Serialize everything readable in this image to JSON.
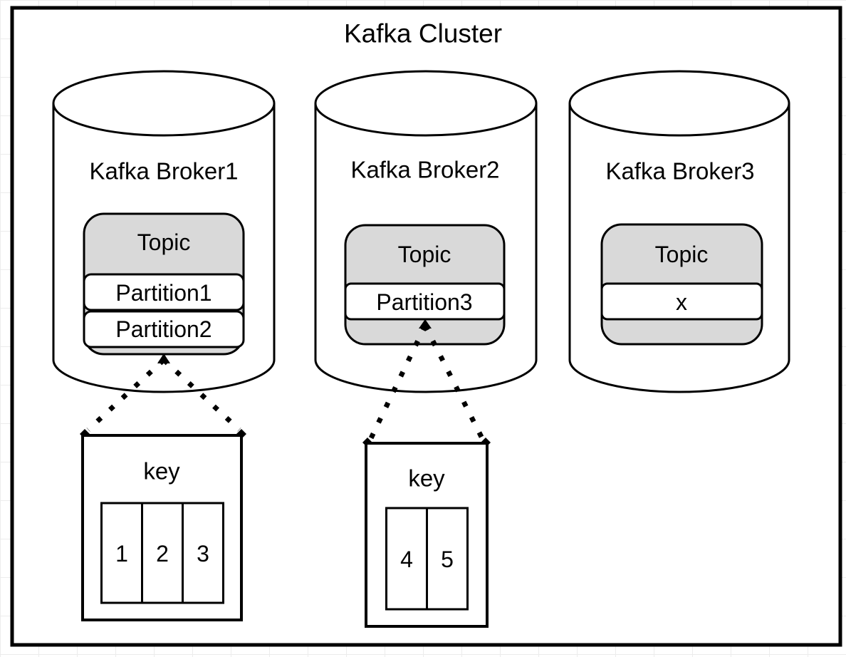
{
  "diagram": {
    "title": "Kafka Cluster",
    "brokers": [
      {
        "name": "Kafka Broker1",
        "topic": {
          "label": "Topic",
          "partitions": [
            "Partition1",
            "Partition2"
          ]
        }
      },
      {
        "name": "Kafka Broker2",
        "topic": {
          "label": "Topic",
          "partitions": [
            "Partition3"
          ]
        }
      },
      {
        "name": "Kafka Broker3",
        "topic": {
          "label": "Topic",
          "partitions": [
            "x"
          ]
        }
      }
    ],
    "key_tables": [
      {
        "label": "key",
        "cells": [
          "1",
          "2",
          "3"
        ]
      },
      {
        "label": "key",
        "cells": [
          "4",
          "5"
        ]
      }
    ],
    "colors": {
      "topic_header_fill": "#d9d9d9",
      "partition_fill": "#ffffff",
      "stroke": "#000000",
      "canvas": "#ffffff",
      "grid_line": "#ececec"
    }
  }
}
